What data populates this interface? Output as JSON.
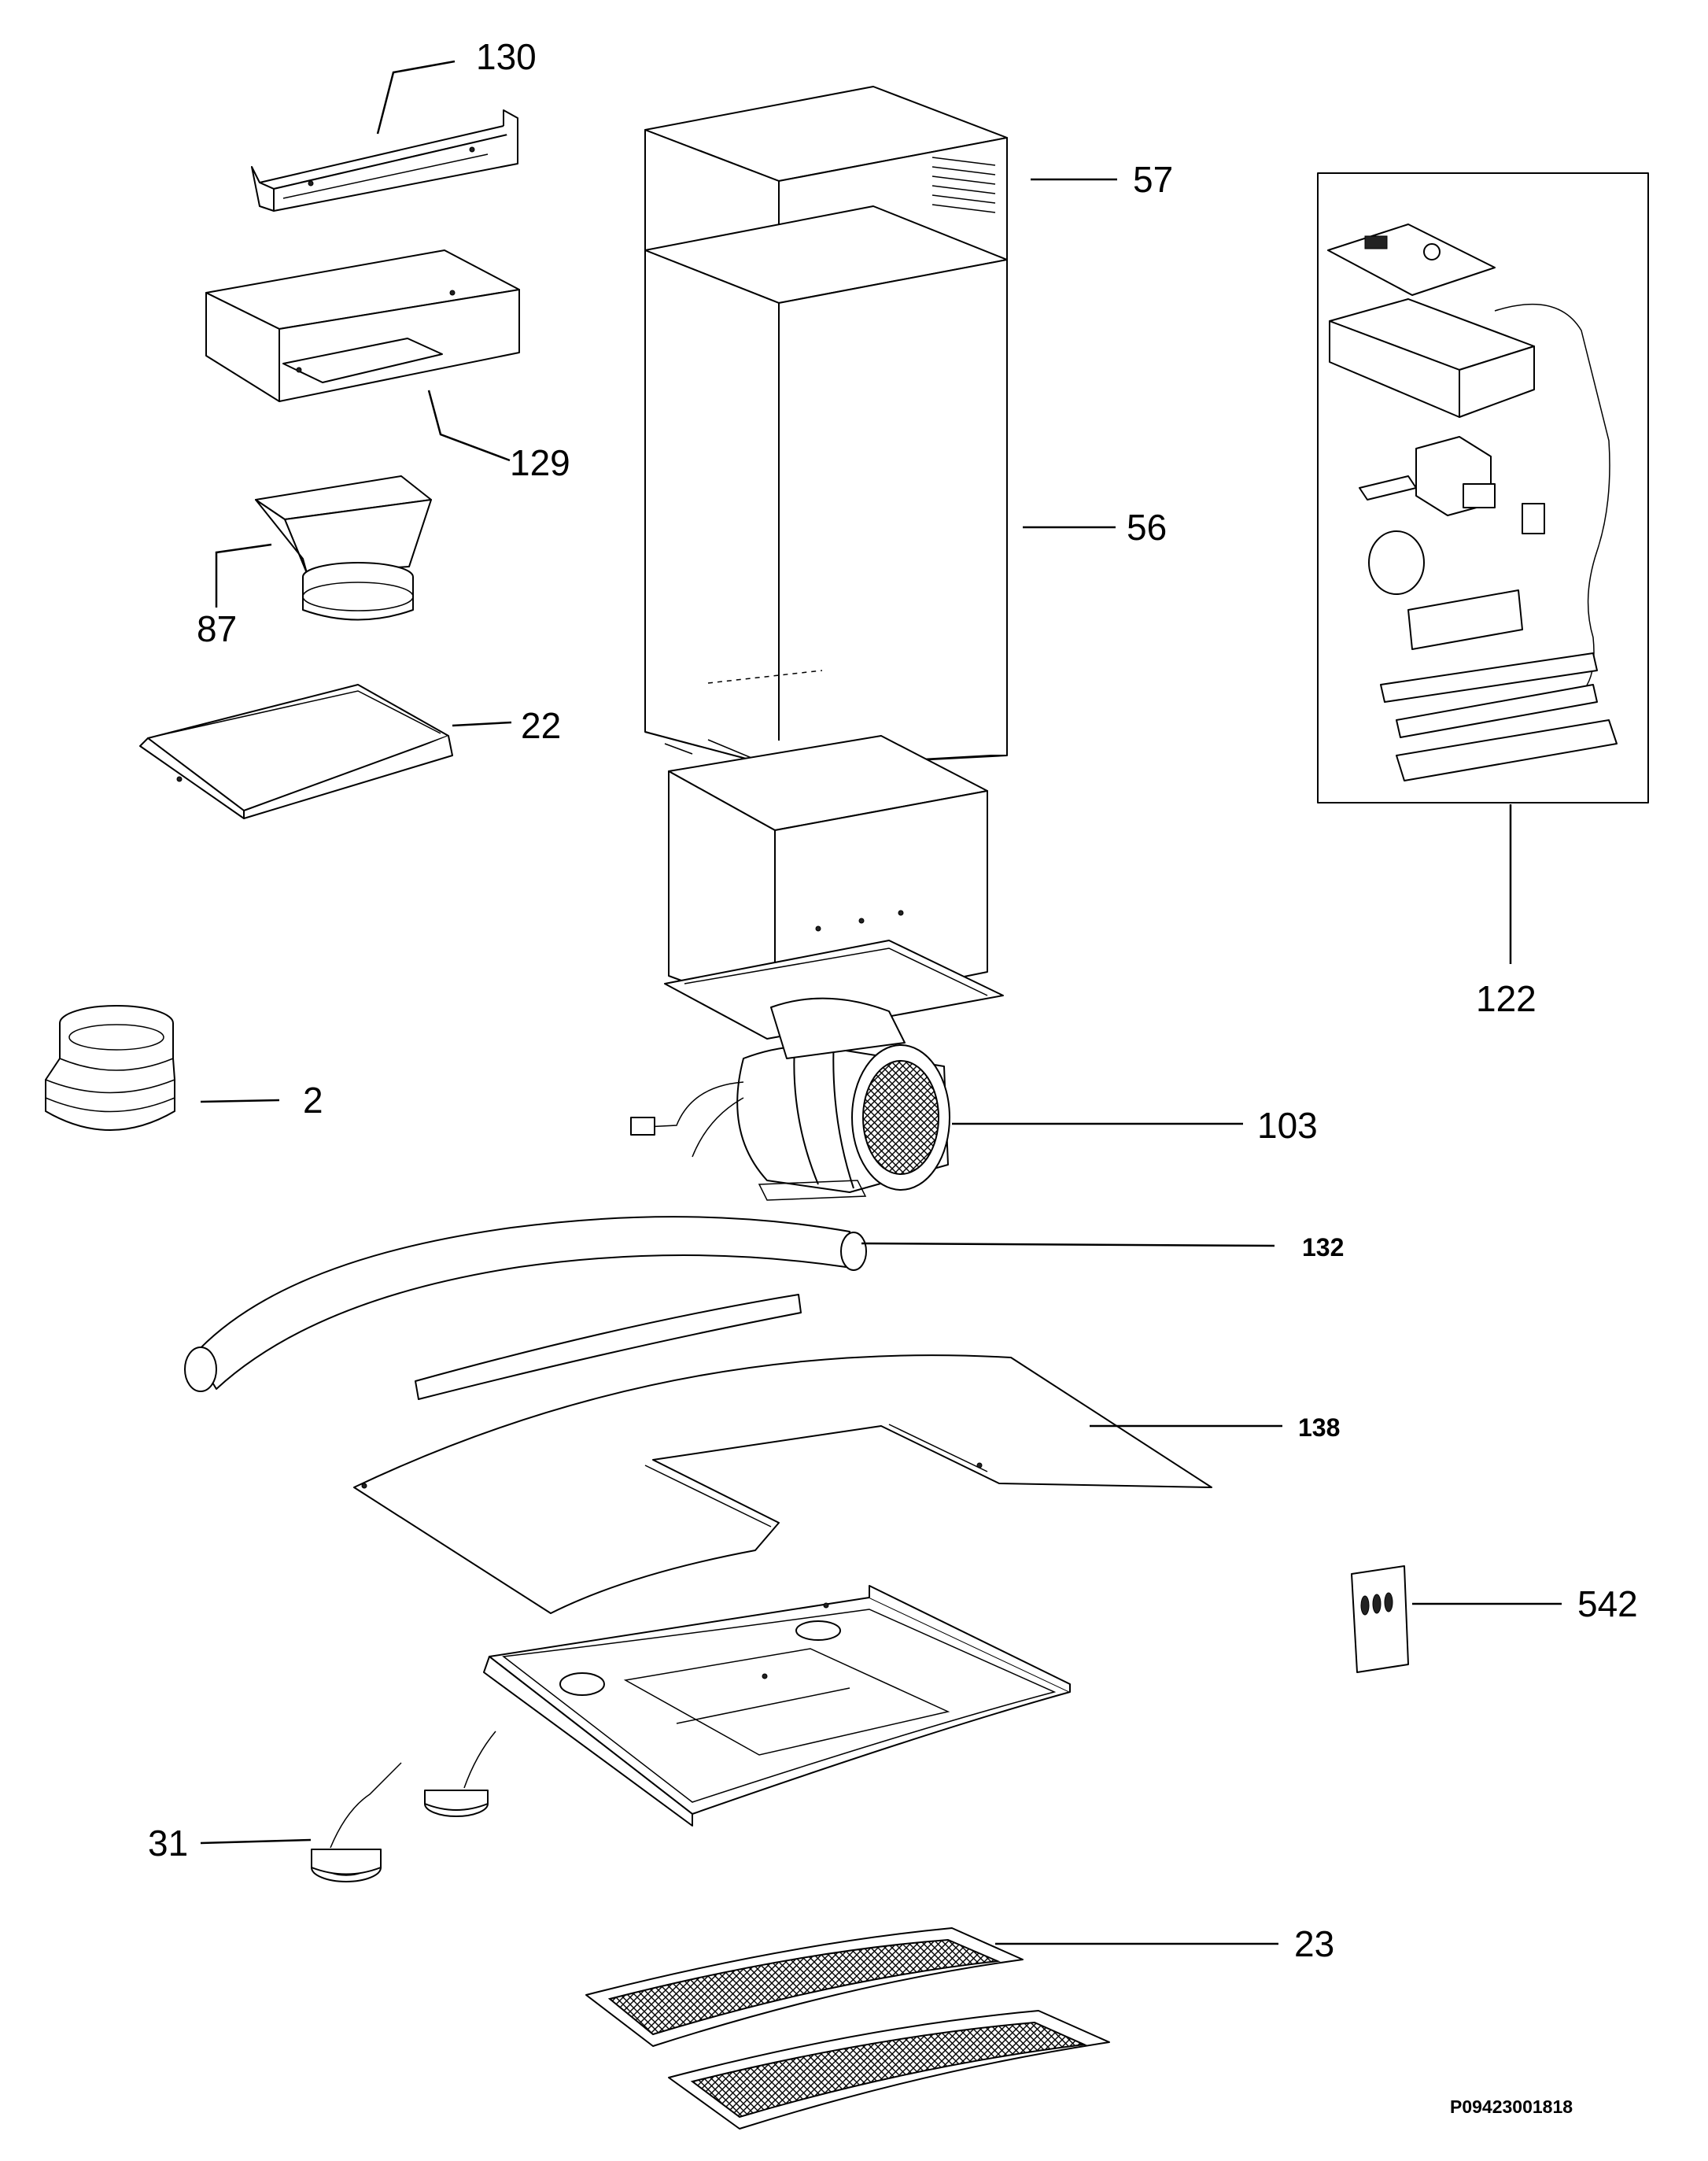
{
  "diagram": {
    "type": "exploded-parts-diagram",
    "callouts": {
      "p130": "130",
      "p129": "129",
      "p87": "87",
      "p22": "22",
      "p57": "57",
      "p56": "56",
      "p122": "122",
      "p2": "2",
      "p103": "103",
      "p132": "132",
      "p138": "138",
      "p542": "542",
      "p31": "31",
      "p23": "23"
    },
    "reference_code": "P09423001818"
  }
}
